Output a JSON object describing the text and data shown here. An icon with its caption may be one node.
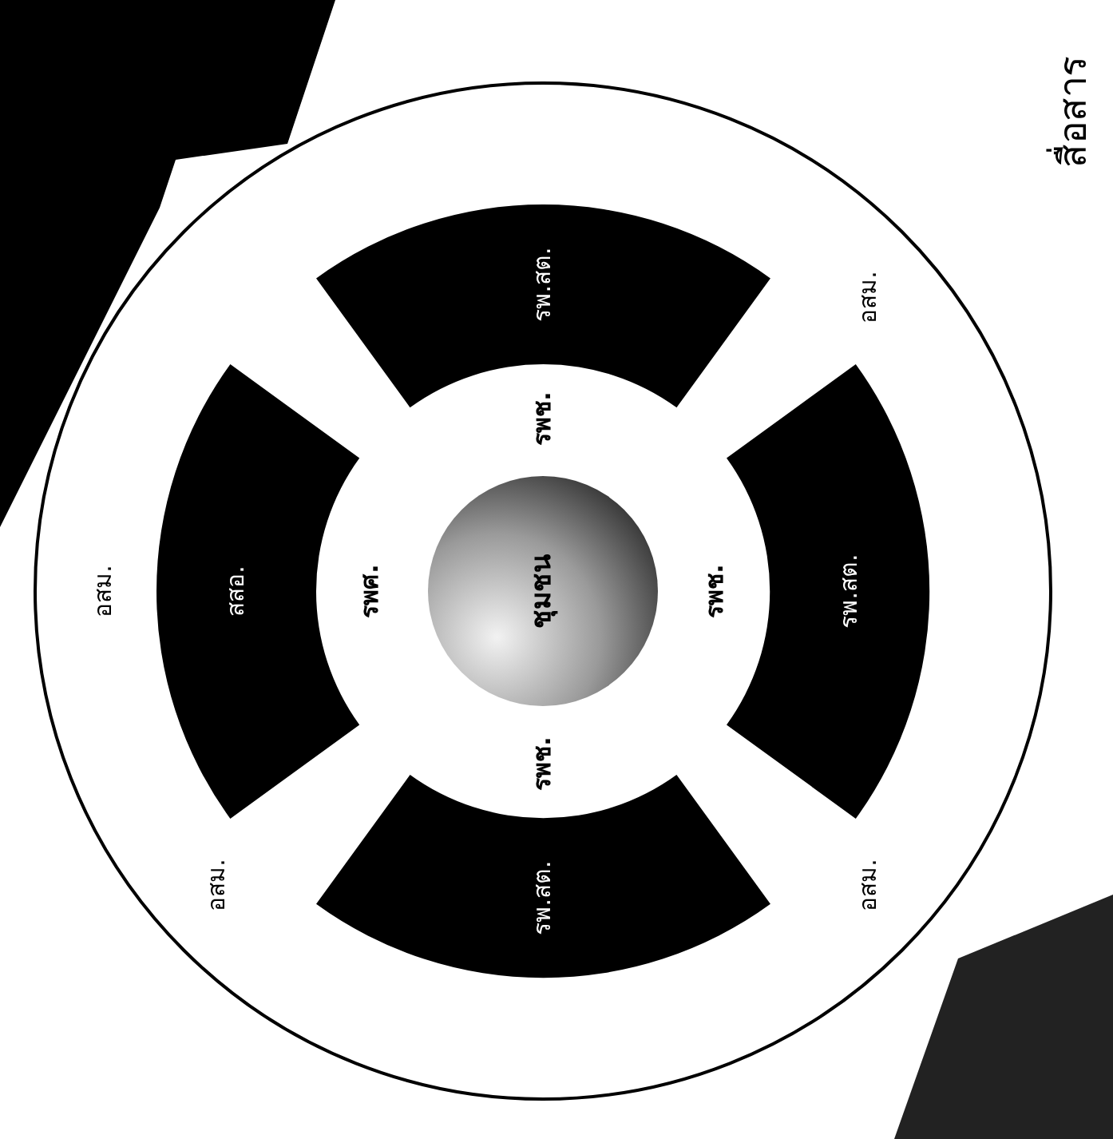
{
  "diagram": {
    "nodes": [
      {
        "text": [
          "อสม.",
          "อสม.",
          "อสม.",
          "อสม."
        ]
      },
      {
        "text": [
          "รพ.สต."
        ],
        "in": 0
      },
      {
        "text": [
          "รพ.สต."
        ],
        "in": 0
      },
      {
        "text": [
          "รพ.สต."
        ],
        "in": 0
      },
      {
        "text": [
          "สสอ."
        ],
        "in": 0
      },
      {
        "text": [
          "รพช.",
          "รพช.",
          "รพช.",
          "รพศ."
        ],
        "in": 0
      },
      {
        "text": [
          "ชุมชน"
        ],
        "in": 5
      }
    ],
    "edges": [],
    "labels": [
      "สื่อสาร"
    ]
  }
}
